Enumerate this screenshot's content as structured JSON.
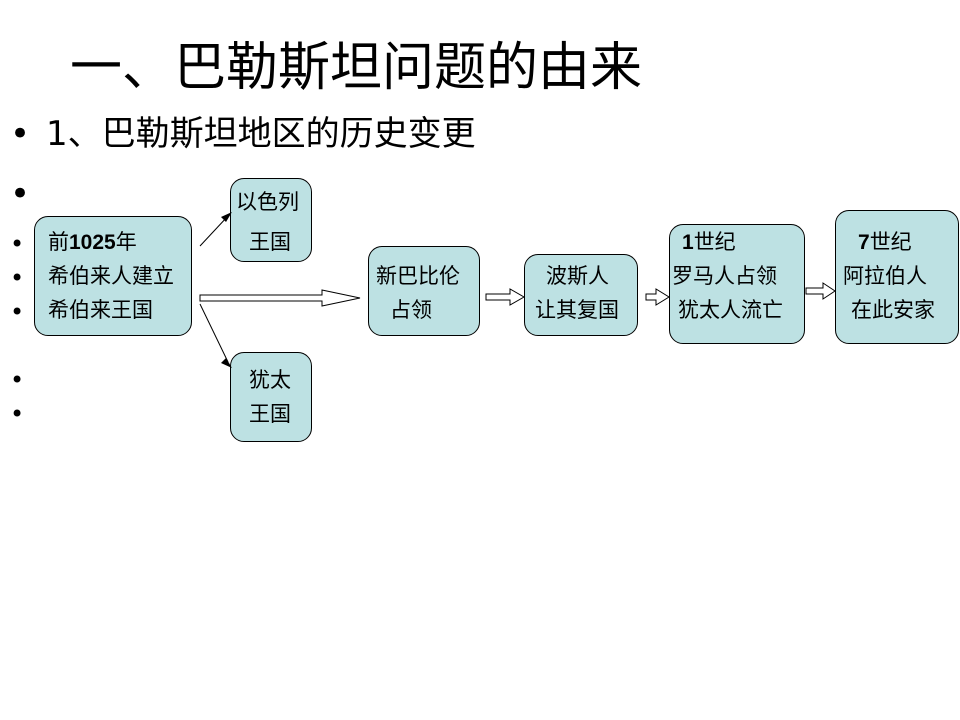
{
  "title": "一、巴勒斯坦问题的由来",
  "subtitle": "1、巴勒斯坦地区的历史变更",
  "bullet_glyph": "•",
  "colors": {
    "box_fill": "#bde1e3",
    "border": "#000000"
  },
  "boxes": {
    "hebrew": {
      "line1_prefix": "前",
      "line1_year": "1025",
      "line1_suffix": "年",
      "line2": "希伯来人建立",
      "line3": "希伯来王国"
    },
    "israel": {
      "line1": "以色列",
      "line2": "王国"
    },
    "judah": {
      "line1": "犹太",
      "line2": "王国"
    },
    "babylon": {
      "line1": "新巴比伦",
      "line2": "占领"
    },
    "persia": {
      "line1": "波斯人",
      "line2": "让其复国"
    },
    "rome": {
      "line1_num": "1",
      "line1_suffix": "世纪",
      "line2": "罗马人占领",
      "line3": "犹太人流亡"
    },
    "arab": {
      "line1_num": "7",
      "line1_suffix": "世纪",
      "line2": "阿拉伯人",
      "line3": "在此安家"
    }
  }
}
